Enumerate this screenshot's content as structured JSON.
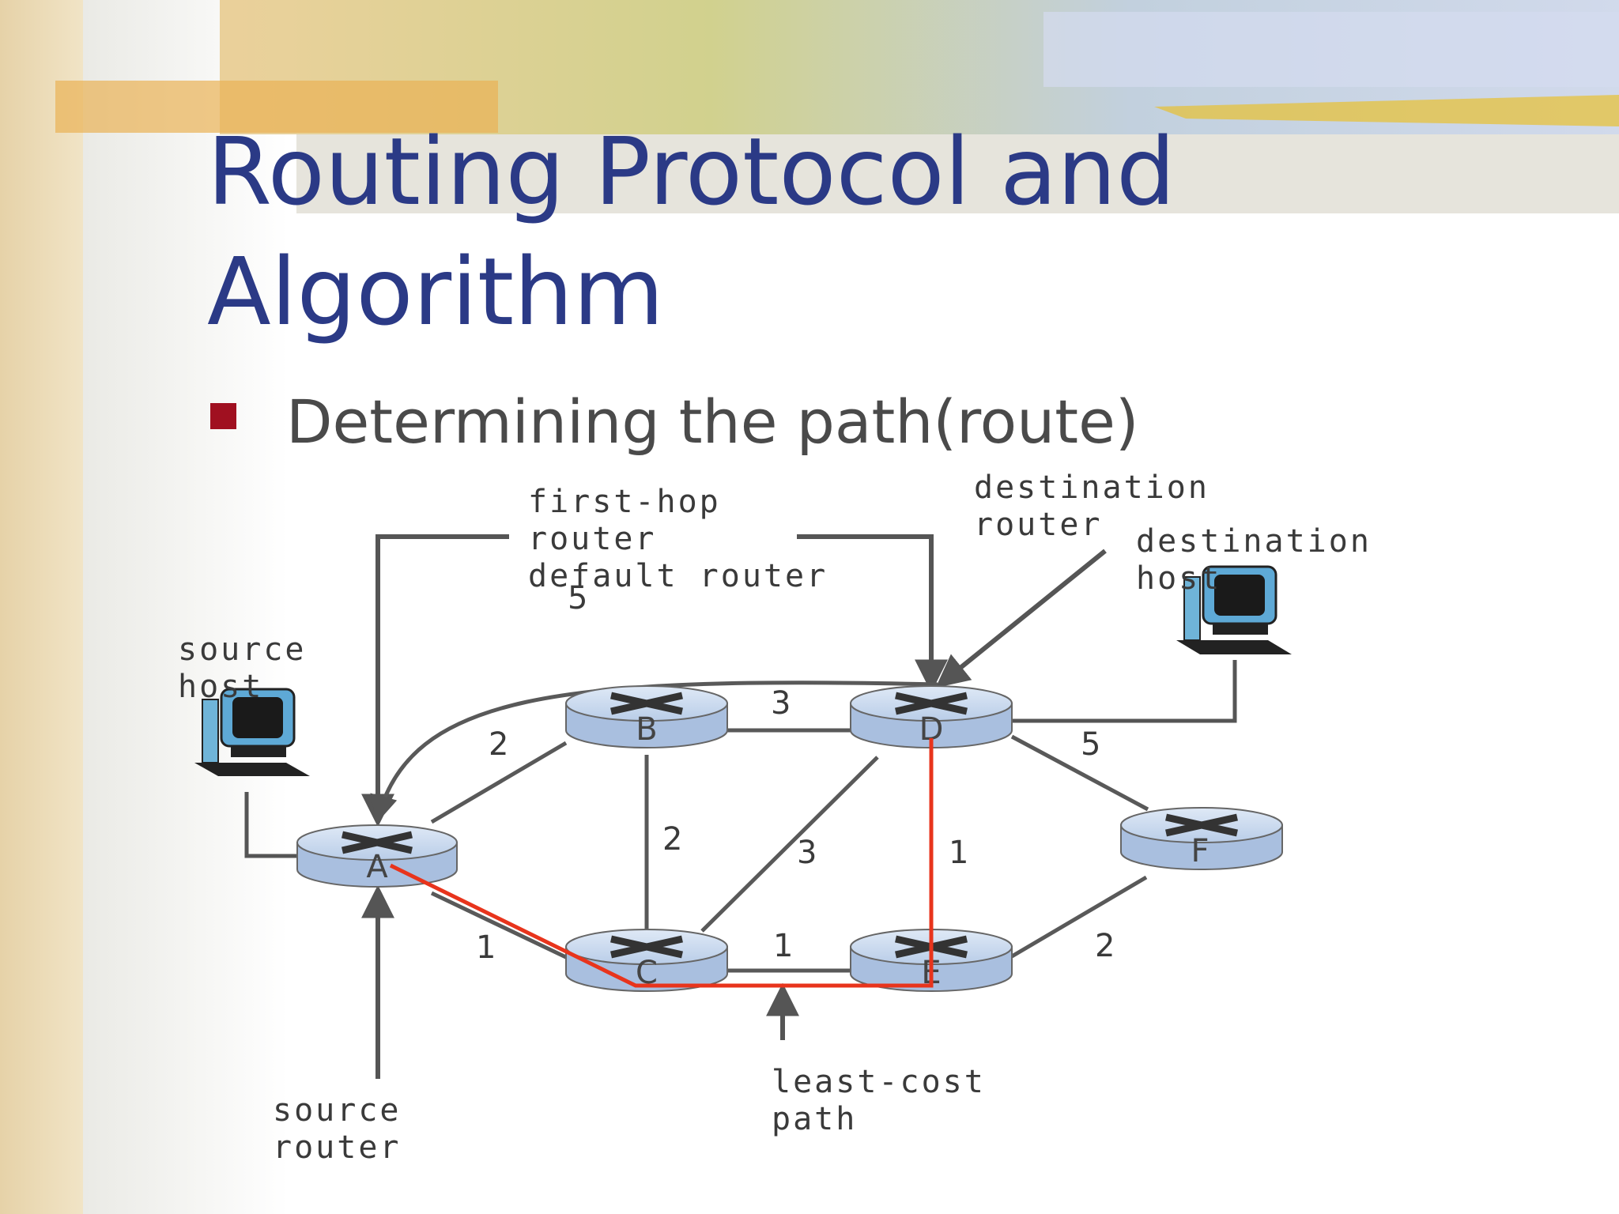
{
  "slide": {
    "title_line1": "Routing Protocol and",
    "title_line2": "Algorithm",
    "bullet": "Determining the path(route)"
  },
  "diagram": {
    "nodes": [
      {
        "id": "A",
        "label": "A"
      },
      {
        "id": "B",
        "label": "B"
      },
      {
        "id": "C",
        "label": "C"
      },
      {
        "id": "D",
        "label": "D"
      },
      {
        "id": "E",
        "label": "E"
      },
      {
        "id": "F",
        "label": "F"
      }
    ],
    "links": [
      {
        "from": "A",
        "to": "B",
        "cost": "2"
      },
      {
        "from": "A",
        "to": "C",
        "cost": "1"
      },
      {
        "from": "A",
        "to": "D",
        "cost": "5"
      },
      {
        "from": "B",
        "to": "D",
        "cost": "3"
      },
      {
        "from": "B",
        "to": "C",
        "cost": "2"
      },
      {
        "from": "C",
        "to": "D",
        "cost": "3"
      },
      {
        "from": "C",
        "to": "E",
        "cost": "1"
      },
      {
        "from": "D",
        "to": "E",
        "cost": "1"
      },
      {
        "from": "D",
        "to": "F",
        "cost": "5"
      },
      {
        "from": "E",
        "to": "F",
        "cost": "2"
      }
    ],
    "least_cost_path": [
      "A",
      "C",
      "E",
      "D"
    ],
    "callouts": {
      "source_host": [
        "source",
        "host"
      ],
      "first_hop": [
        "first-hop",
        "router",
        "default router"
      ],
      "destination_router": [
        "destination",
        "router"
      ],
      "destination_host": [
        "destination",
        "host"
      ],
      "source_router": [
        "source",
        "router"
      ],
      "least_cost_path": [
        "least-cost",
        "path"
      ]
    },
    "colors": {
      "path": "#e8341c",
      "link": "#595959",
      "router_fill": "#c9daf0",
      "title": "#2b3a86",
      "bullet_marker": "#a01020"
    }
  }
}
